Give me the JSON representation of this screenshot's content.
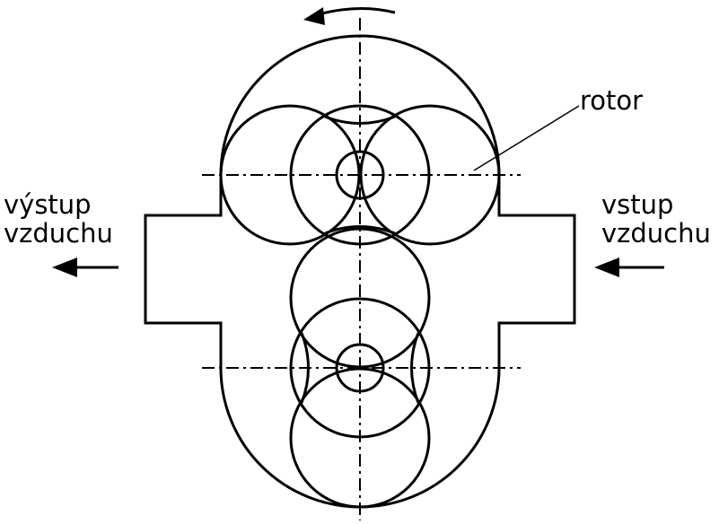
{
  "labels": {
    "rotor": "rotor",
    "outlet_line1": "výstup",
    "outlet_line2": "vzduchu",
    "inlet_line1": "vstup",
    "inlet_line2": "vzduchu"
  }
}
